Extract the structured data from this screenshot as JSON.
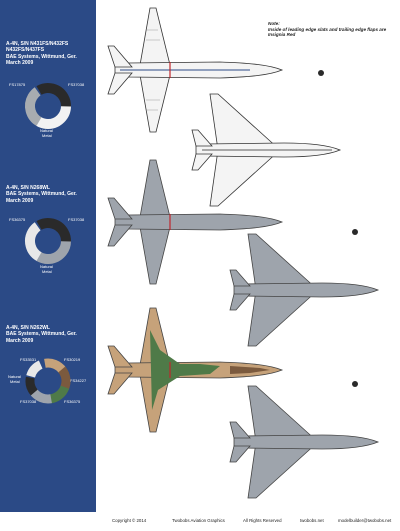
{
  "note": {
    "title": "Note:",
    "text": "Inside of leading edge slats and trailing edge flaps are Insignia Red"
  },
  "sections": [
    {
      "lines": [
        "A-4N, S/N N431FS/N432FS",
        "N432FS/N437FS",
        "BAE Systems, Wittmund, Ger.",
        "March 2009"
      ],
      "swatches": {
        "a": "FS17875",
        "b": "FS37038",
        "c": "Natural",
        "d": "Metal"
      }
    },
    {
      "lines": [
        "A-4N, S/N N268WL",
        "BAE Systems, Wittmund, Ger.",
        "March 2009"
      ],
      "swatches": {
        "a": "FS36375",
        "b": "FS37038",
        "c": "Natural",
        "d": "Metal"
      }
    },
    {
      "lines": [
        "A-4N, S/N N262WL",
        "BAE Systems, Wittmund, Ger.",
        "March 2009"
      ],
      "swatches": {
        "a": "FS33531",
        "b": "FS30219",
        "c": "Natural",
        "d": "Metal",
        "e": "FS34227",
        "f": "FS37038",
        "g": "FS36375"
      }
    }
  ],
  "footer": {
    "copyright": "Copyright © 2014",
    "company": "Twobobs Aviation Graphics",
    "rights": "All Rights Reserved",
    "site": "twobobs.net",
    "email": "modelbuilder@twobobs.net"
  },
  "colors": {
    "sidebar": "#2b4a86",
    "white_gloss": "#f2f2f2",
    "grey_fs36375": "#9ea4ac",
    "black_fs37038": "#2a2a2a",
    "red": "#c0272d",
    "camo_tan": "#c6a27a",
    "camo_green": "#4f7a48",
    "camo_brown": "#7b5a3e"
  }
}
